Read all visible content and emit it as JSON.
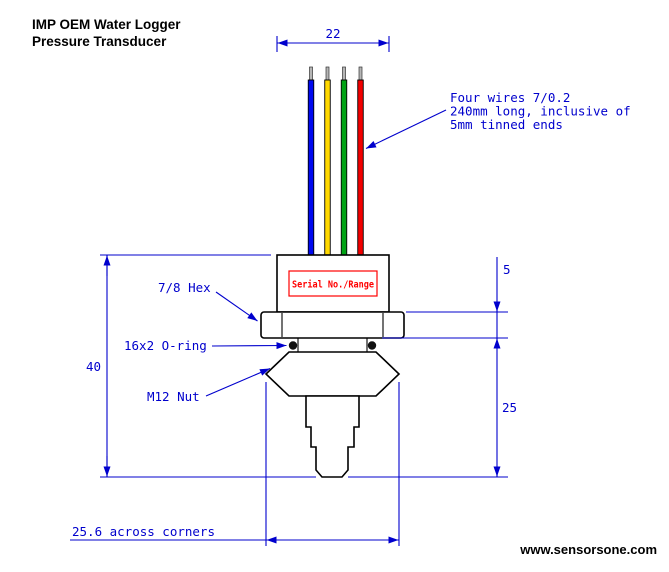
{
  "header": {
    "title_line1": "IMP OEM Water Logger",
    "title_line2": "Pressure Transducer"
  },
  "footer": {
    "website": "www.sensorsone.com"
  },
  "drawing": {
    "serial_label": "Serial No./Range",
    "annotation": {
      "line1": "Four wires 7/0.2",
      "line2": "240mm long, inclusive of",
      "line3": "5mm tinned ends"
    },
    "part_labels": {
      "hex": "7/8 Hex",
      "oring": "16x2 O-ring",
      "nut": "M12 Nut"
    },
    "dimensions": {
      "top_width": "22",
      "overall_height": "40",
      "flange_height": "5",
      "insert_length": "25",
      "across_corners": "25.6 across corners"
    },
    "wires": [
      {
        "name": "blue wire",
        "color": "#0008f0"
      },
      {
        "name": "yellow wire",
        "color": "#ffd800"
      },
      {
        "name": "green wire",
        "color": "#00a314"
      },
      {
        "name": "red wire",
        "color": "#f20000"
      }
    ]
  },
  "colors": {
    "dim": "#0000cd",
    "accent_red": "#ff0000",
    "tinned": "#b5b5b5",
    "outline": "#000000"
  }
}
